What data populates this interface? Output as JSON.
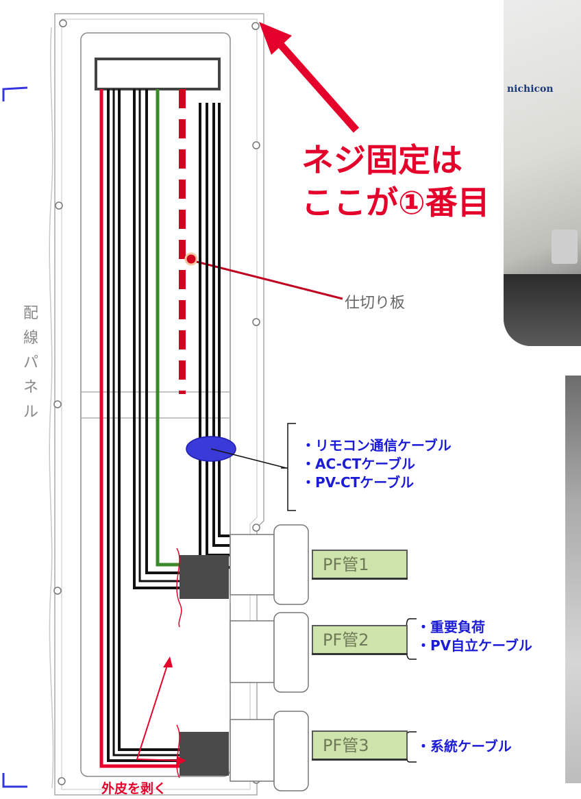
{
  "annotation": {
    "screw_note_line1": "ネジ固定は",
    "screw_note_line2": "ここが①番目",
    "divider_label": "仕切り板",
    "strip_note": "外皮を剥く"
  },
  "side_label": [
    "配",
    "線",
    "パ",
    "ネ",
    "ル"
  ],
  "cable_group_1": [
    "・リモコン通信ケーブル",
    "・AC-CTケーブル",
    "・PV-CTケーブル"
  ],
  "cable_group_2": [
    "・重要負荷",
    "・PV自立ケーブル"
  ],
  "cable_group_3": [
    "・系統ケーブル"
  ],
  "pf_pipes": [
    "PF管1",
    "PF管2",
    "PF管3"
  ],
  "photo": {
    "brand": "nichicon"
  },
  "colors": {
    "red": "#e4002b",
    "blue": "#1c1cd6",
    "pf_green": "#cfe3ad"
  }
}
